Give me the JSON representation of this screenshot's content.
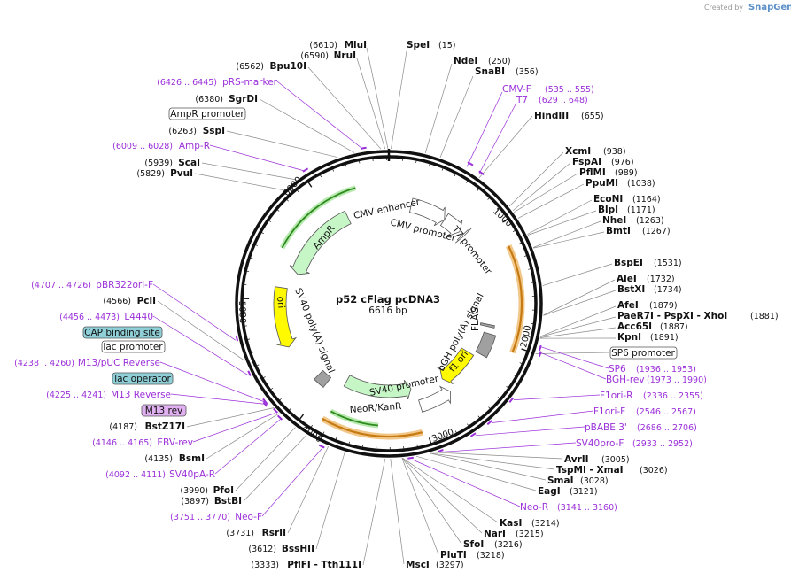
{
  "credit": {
    "prefix": "Created by",
    "brand": "SnapGene"
  },
  "plasmid": {
    "name": "p52 cFlag pcDNA3",
    "length_label": "6616 bp",
    "length": 6616
  },
  "ticks": [
    "1000",
    "2000",
    "3000",
    "4000",
    "5000",
    "6000"
  ],
  "features": [
    {
      "name": "CMV enhancer",
      "start": 235,
      "end": 614,
      "color": "#ffffff",
      "kind": "arrow"
    },
    {
      "name": "CMV promoter",
      "start": 615,
      "end": 818,
      "color": "#ffffff",
      "kind": "arrow"
    },
    {
      "name": "T7 promoter",
      "start": 863,
      "end": 881,
      "color": "#ffffff",
      "kind": "arrow"
    },
    {
      "name": "FLAG",
      "start": 1870,
      "end": 1893,
      "color": "#a0a0a0",
      "kind": "box"
    },
    {
      "name": "bGH poly(A) signal",
      "start": 1960,
      "end": 2184,
      "color": "#a0a0a0",
      "kind": "box"
    },
    {
      "name": "f1 ori",
      "start": 2230,
      "end": 2658,
      "color": "#fffa00",
      "kind": "arrow"
    },
    {
      "name": "SV40 promoter",
      "start": 2664,
      "end": 2993,
      "color": "#ffffff",
      "kind": "arrow"
    },
    {
      "name": "NeoR/KanR",
      "start": 3040,
      "end": 3834,
      "color": "#c6f5c6",
      "kind": "arrow"
    },
    {
      "name": "SV40 poly(A) signal",
      "start": 4008,
      "end": 4129,
      "color": "#a0a0a0",
      "kind": "box"
    },
    {
      "name": "ori",
      "start": 4531,
      "end": 5119,
      "color": "#fffa00",
      "kind": "arrow"
    },
    {
      "name": "AmpR",
      "start": 5290,
      "end": 6150,
      "color": "#c6f5c6",
      "kind": "arrow"
    }
  ],
  "enzymes_right": [
    {
      "name": "SpeI",
      "pos": "(15)"
    },
    {
      "name": "NdeI",
      "pos": "(250)"
    },
    {
      "name": "SnaBI",
      "pos": "(356)"
    },
    {
      "name": "HindIII",
      "pos": "(655)"
    },
    {
      "name": "XcmI",
      "pos": "(938)"
    },
    {
      "name": "FspAI",
      "pos": "(976)"
    },
    {
      "name": "PflMI",
      "pos": "(989)"
    },
    {
      "name": "PpuMI",
      "pos": "(1038)"
    },
    {
      "name": "EcoNI",
      "pos": "(1164)"
    },
    {
      "name": "BlpI",
      "pos": "(1171)"
    },
    {
      "name": "NheI",
      "pos": "(1263)"
    },
    {
      "name": "BmtI",
      "pos": "(1267)"
    },
    {
      "name": "BspEI",
      "pos": "(1531)"
    },
    {
      "name": "AleI",
      "pos": "(1732)"
    },
    {
      "name": "BstXI",
      "pos": "(1734)"
    },
    {
      "name": "AfeI",
      "pos": "(1879)"
    },
    {
      "name": "PaeR7I - PspXI - XhoI",
      "pos": "(1881)"
    },
    {
      "name": "Acc65I",
      "pos": "(1887)"
    },
    {
      "name": "KpnI",
      "pos": "(1891)"
    },
    {
      "name": "AvrII",
      "pos": "(3005)"
    },
    {
      "name": "TspMI - XmaI",
      "pos": "(3026)"
    },
    {
      "name": "SmaI",
      "pos": "(3028)"
    },
    {
      "name": "EagI",
      "pos": "(3121)"
    },
    {
      "name": "KasI",
      "pos": "(3214)"
    },
    {
      "name": "NarI",
      "pos": "(3215)"
    },
    {
      "name": "SfoI",
      "pos": "(3216)"
    },
    {
      "name": "PluTI",
      "pos": "(3218)"
    },
    {
      "name": "MscI",
      "pos": "(3297)"
    }
  ],
  "enzymes_left": [
    {
      "name": "MluI",
      "pos": "(6610)"
    },
    {
      "name": "NruI",
      "pos": "(6590)"
    },
    {
      "name": "Bpu10I",
      "pos": "(6562)"
    },
    {
      "name": "SgrDI",
      "pos": "(6380)"
    },
    {
      "name": "SspI",
      "pos": "(6263)"
    },
    {
      "name": "ScaI",
      "pos": "(5939)"
    },
    {
      "name": "PvuI",
      "pos": "(5829)"
    },
    {
      "name": "PciI",
      "pos": "(4566)"
    },
    {
      "name": "BstZ17I",
      "pos": "(4187)"
    },
    {
      "name": "BsmI",
      "pos": "(4135)"
    },
    {
      "name": "PfoI",
      "pos": "(3990)"
    },
    {
      "name": "BstBI",
      "pos": "(3897)"
    },
    {
      "name": "RsrII",
      "pos": "(3731)"
    },
    {
      "name": "BssHII",
      "pos": "(3612)"
    },
    {
      "name": "PflFI - Tth111I",
      "pos": "(3333)"
    }
  ],
  "primers_right": [
    {
      "name": "CMV-F",
      "pos": "(535 .. 555)"
    },
    {
      "name": "T7",
      "pos": "(629 .. 648)"
    },
    {
      "name": "SP6",
      "pos": "(1936 .. 1953)"
    },
    {
      "name": "BGH-rev",
      "pos": "(1973 .. 1990)"
    },
    {
      "name": "F1ori-R",
      "pos": "(2336 .. 2355)"
    },
    {
      "name": "F1ori-F",
      "pos": "(2546 .. 2567)"
    },
    {
      "name": "pBABE 3'",
      "pos": "(2686 .. 2706)"
    },
    {
      "name": "SV40pro-F",
      "pos": "(2933 .. 2952)"
    },
    {
      "name": "Neo-R",
      "pos": "(3141 .. 3160)"
    }
  ],
  "primers_left": [
    {
      "name": "pRS-marker",
      "pos": "(6426 .. 6445)"
    },
    {
      "name": "Amp-R",
      "pos": "(6009 .. 6028)"
    },
    {
      "name": "pBR322ori-F",
      "pos": "(4707 .. 4726)"
    },
    {
      "name": "L4440",
      "pos": "(4456 .. 4473)"
    },
    {
      "name": "M13/pUC Reverse",
      "pos": "(4238 .. 4260)"
    },
    {
      "name": "M13 Reverse",
      "pos": "(4225 .. 4241)"
    },
    {
      "name": "EBV-rev",
      "pos": "(4146 .. 4165)"
    },
    {
      "name": "SV40pA-R",
      "pos": "(4092 .. 4111)"
    },
    {
      "name": "Neo-F",
      "pos": "(3751 .. 3770)"
    }
  ],
  "boxed_labels": [
    {
      "name": "AmpR promoter",
      "fill": "#ffffff"
    },
    {
      "name": "SP6 promoter",
      "fill": "#ffffff"
    },
    {
      "name": "CAP binding site",
      "fill": "#8fd0d8"
    },
    {
      "name": "lac promoter",
      "fill": "#ffffff"
    },
    {
      "name": "lac operator",
      "fill": "#8fd0d8"
    },
    {
      "name": "M13 rev",
      "fill": "#e0b0f0"
    }
  ],
  "colors": {
    "backbone": "#111111",
    "primer": "#9b30d9",
    "orf_arc": "#e6a030",
    "leader": "#8a8a8a"
  }
}
